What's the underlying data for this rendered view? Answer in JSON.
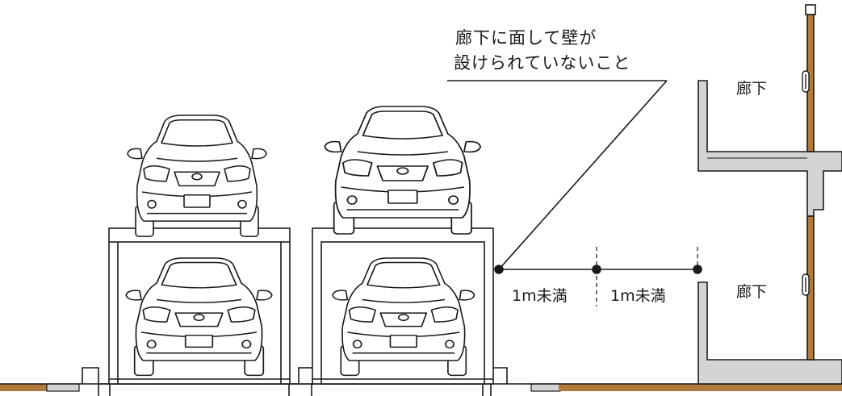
{
  "annotation": {
    "line1": "廊下に面して壁が",
    "line2": "設けられていないこと"
  },
  "corridor_labels": {
    "upper": "廊下",
    "lower": "廊下"
  },
  "dimensions": {
    "left": "1m未満",
    "right": "1m未満"
  },
  "colors": {
    "line": "#1a1a1a",
    "wood": "#b07a3c",
    "concrete": "#d4d4d4"
  }
}
